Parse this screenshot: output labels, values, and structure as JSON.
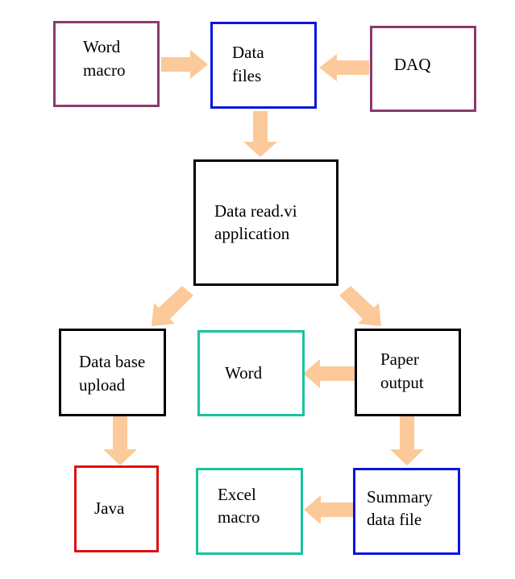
{
  "diagram": {
    "colors": {
      "arrow": "#FCC99A",
      "purple": "#8B3A6E",
      "blue": "#0A14E0",
      "black": "#000000",
      "teal": "#19C39E",
      "red": "#E01010"
    },
    "nodes": {
      "word_macro": {
        "line1": "Word",
        "line2": "macro",
        "border": "purple"
      },
      "data_files": {
        "line1": "Data",
        "line2": "files",
        "border": "blue"
      },
      "daq": {
        "line1": "DAQ",
        "line2": "",
        "border": "purple"
      },
      "data_read": {
        "line1": "Data read.vi",
        "line2": "application",
        "border": "black"
      },
      "database_upload": {
        "line1": "Data base",
        "line2": "upload",
        "border": "black"
      },
      "word": {
        "line1": "Word",
        "line2": "",
        "border": "teal"
      },
      "paper_output": {
        "line1": "Paper",
        "line2": "output",
        "border": "black"
      },
      "java": {
        "line1": "Java",
        "line2": "",
        "border": "red"
      },
      "excel_macro": {
        "line1": "Excel",
        "line2": "macro",
        "border": "teal"
      },
      "summary_file": {
        "line1": "Summary",
        "line2": "data file",
        "border": "blue"
      }
    },
    "edges": [
      {
        "from": "word_macro",
        "to": "data_files"
      },
      {
        "from": "daq",
        "to": "data_files"
      },
      {
        "from": "data_files",
        "to": "data_read"
      },
      {
        "from": "data_read",
        "to": "database_upload"
      },
      {
        "from": "data_read",
        "to": "paper_output"
      },
      {
        "from": "paper_output",
        "to": "word"
      },
      {
        "from": "database_upload",
        "to": "java"
      },
      {
        "from": "paper_output",
        "to": "summary_file"
      },
      {
        "from": "summary_file",
        "to": "excel_macro"
      }
    ]
  }
}
